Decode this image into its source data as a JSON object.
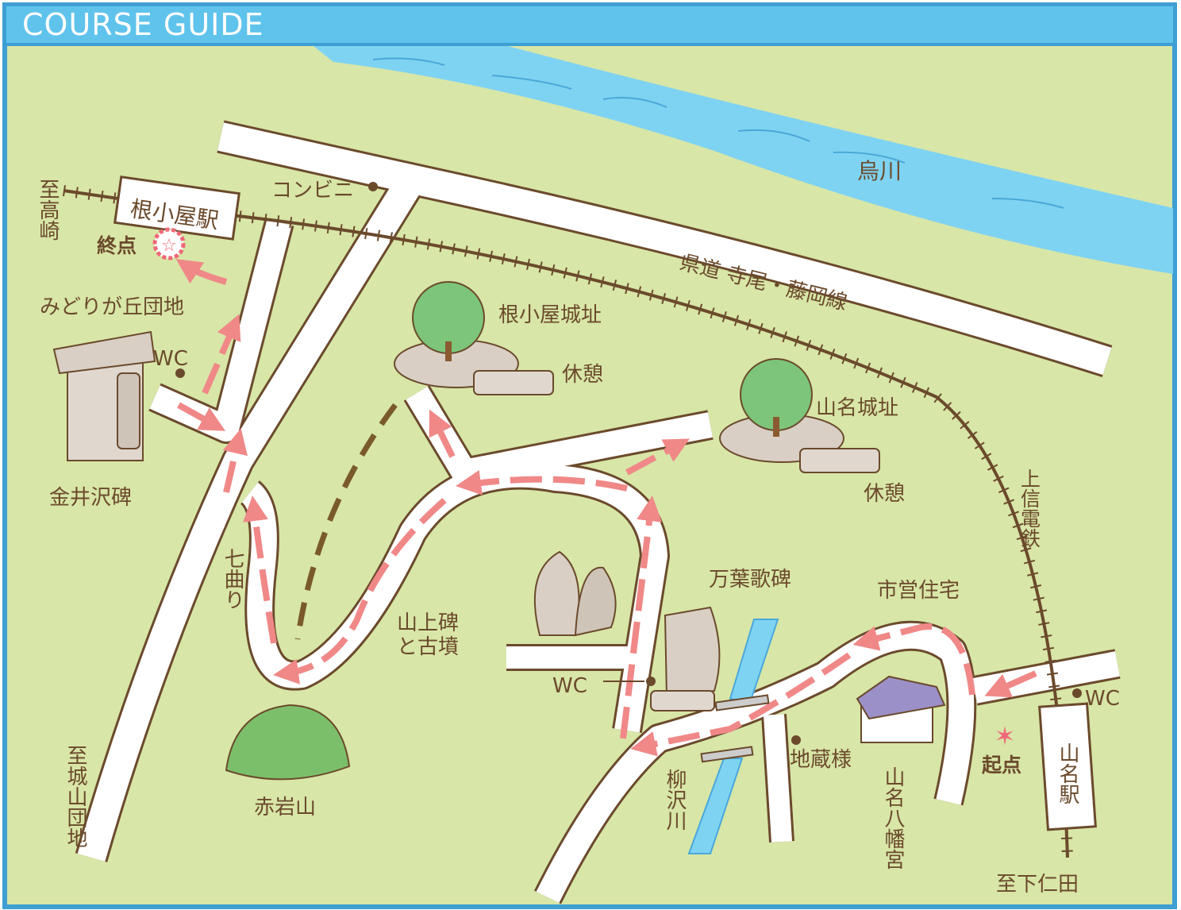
{
  "header": {
    "title": "COURSE  GUIDE"
  },
  "colors": {
    "background": "#d8e6a8",
    "road": "#ffffff",
    "road_edge": "#6b4a2c",
    "river": "#7fd3f2",
    "route_arrow": "#f08888",
    "label_text": "#6b4a2c",
    "frame": "#3d9fd3",
    "tree": "#7cc57a",
    "hill": "#7cbf6a"
  },
  "labels": {
    "river_main": "烏川",
    "road_prefectural": "県道 寺尾・藤岡線",
    "railway": "上信電鉄",
    "station_north": "根小屋駅",
    "station_south": "山名駅",
    "convenience": "コンビニ",
    "to_takasaki": "至高崎",
    "to_shimonita": "至下仁田",
    "to_joyama": "至城山団地",
    "goal": "終点",
    "start": "起点",
    "midorigaoka": "みどりが丘団地",
    "wc_1": "WC",
    "wc_2": "WC",
    "wc_3": "WC",
    "kanaizawa": "金井沢碑",
    "negoya_castle": "根小屋城址",
    "rest_1": "休憩",
    "yamana_castle": "山名城址",
    "rest_2": "休憩",
    "nanamagari": "七曲り",
    "yamanoue": "山上碑\nと古墳",
    "manyo": "万葉歌碑",
    "shiei": "市営住宅",
    "jizo": "地蔵様",
    "yanagisawa": "柳沢川",
    "hachimangu": "山名八幡宮",
    "akaiwa": "赤岩山"
  }
}
